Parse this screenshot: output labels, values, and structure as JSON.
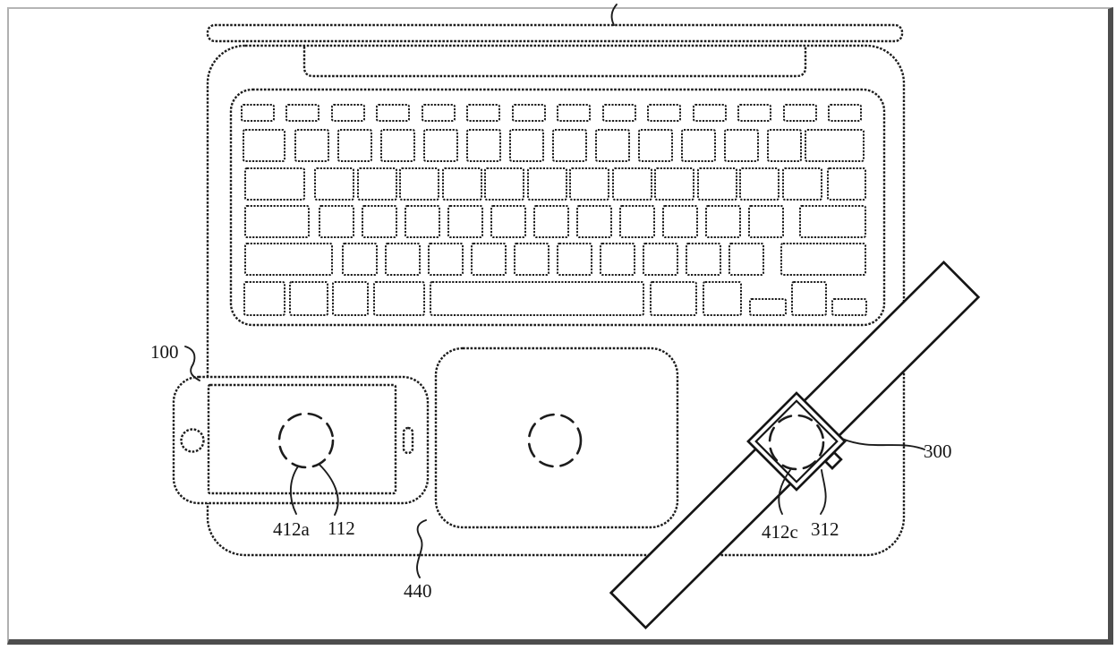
{
  "figure": {
    "kind": "patent-line-drawing",
    "reference_labels": {
      "phone": "100",
      "phone_inductive_coil": "412a",
      "phone_device": "112",
      "laptop": "440",
      "watch_inductive_coil": "412c",
      "watch_device": "312",
      "watch": "300"
    },
    "colors": {
      "ink": "#1c1c1c",
      "paper": "#ffffff",
      "frame_light": "#b5b5b5",
      "frame_dark": "#4d4d4d"
    }
  }
}
